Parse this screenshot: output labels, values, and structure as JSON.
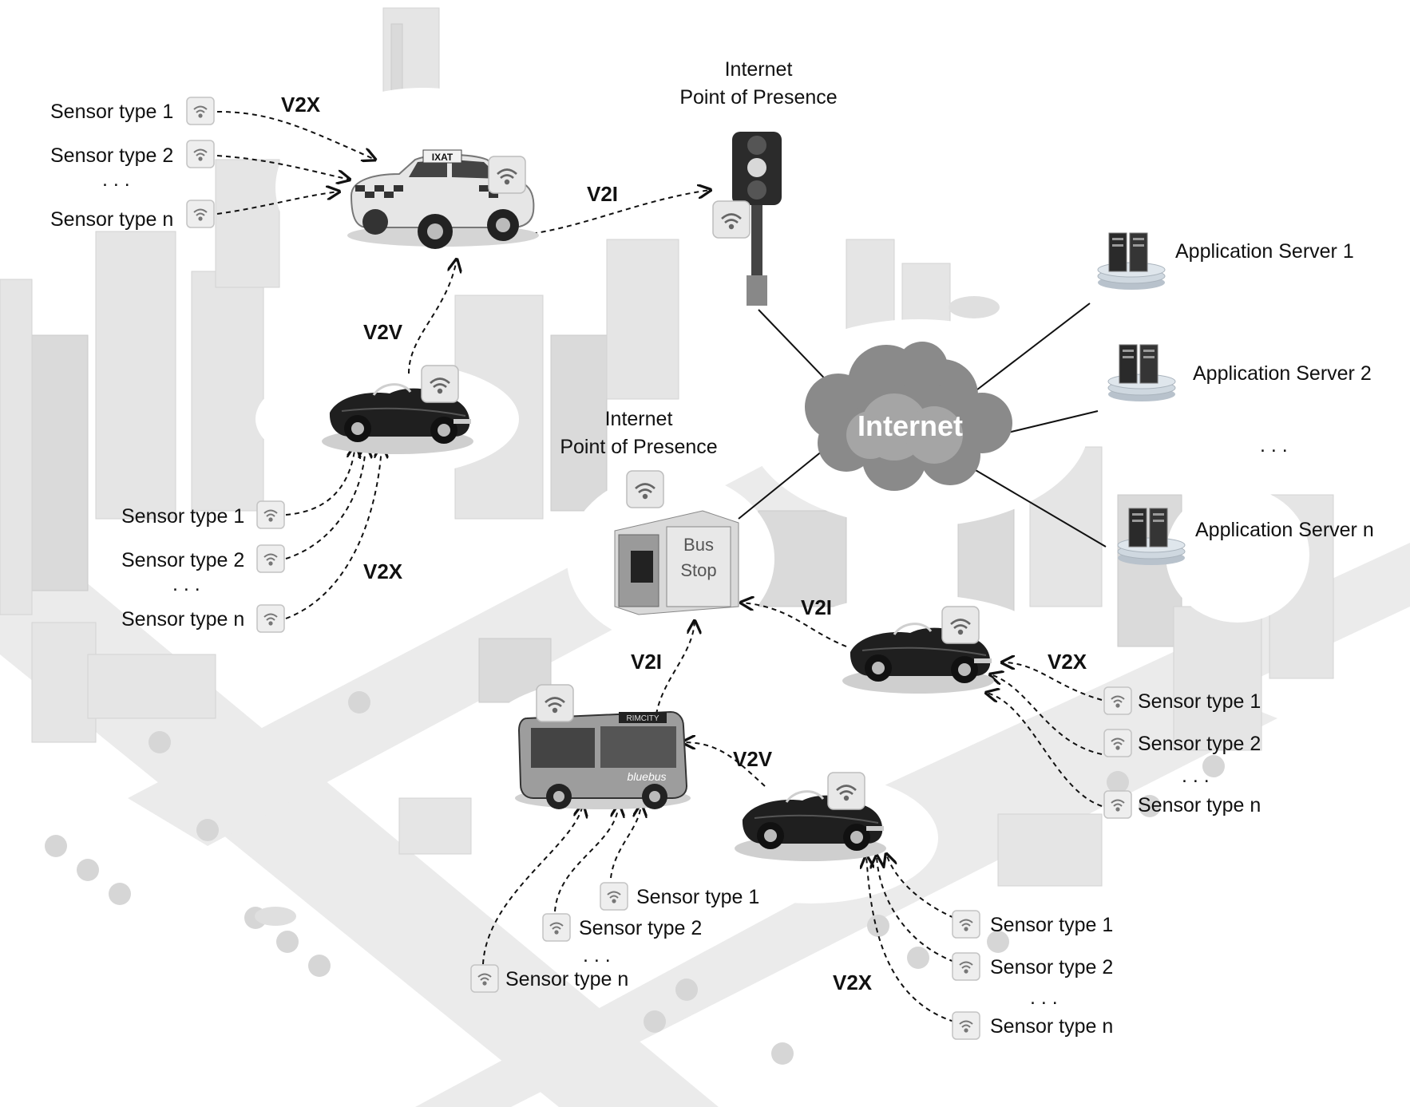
{
  "colors": {
    "background": "#ffffff",
    "city": "#e0e0e0",
    "ink": "#111111",
    "cloud": "#8a8a8a"
  },
  "labels": {
    "sensor_1": "Sensor type 1",
    "sensor_2": "Sensor type 2",
    "sensor_n": "Sensor type n",
    "ellipsis": ". . .",
    "v2x": "V2X",
    "v2v": "V2V",
    "v2i": "V2I",
    "pop_line1": "Internet",
    "pop_line2": "Point of Presence",
    "internet": "Internet",
    "app_server_1": "Application Server 1",
    "app_server_2": "Application Server 2",
    "app_server_n": "Application Server n",
    "bus_stop_line1": "Bus",
    "bus_stop_line2": "Stop",
    "taxi_sign": "IXAT",
    "bus_name": "bluebus",
    "bus_dest": "RIMCITY"
  },
  "icons": [
    "wifi-sensor-icon",
    "wifi-vehicle-icon",
    "traffic-light-icon",
    "bus-stop-icon",
    "cloud-icon",
    "server-icon",
    "taxi-icon",
    "roadster-icon",
    "bus-icon"
  ]
}
